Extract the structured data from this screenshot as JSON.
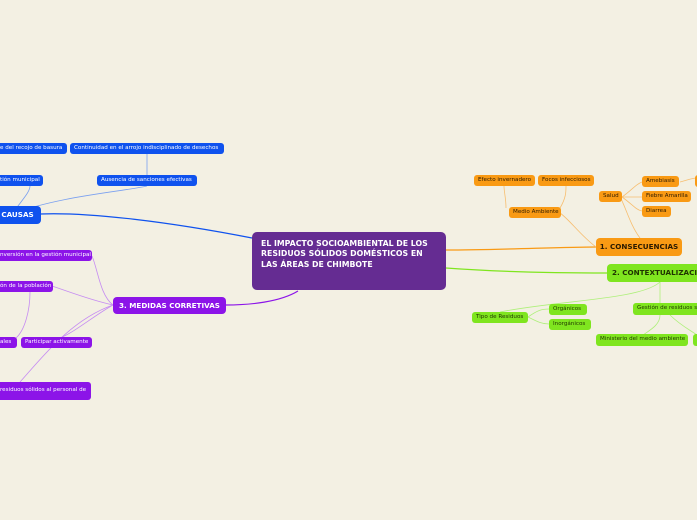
{
  "central": {
    "title": "EL IMPACTO SOCIOAMBIENTAL DE LOS RESIDUOS SÓLIDOS DOMÉSTICOS EN LAS ÁREAS DE CHIMBOTE"
  },
  "colors": {
    "background": "#f3f0e3",
    "central": "#652c92",
    "causas": "#0f52ee",
    "medidas": "#8c14e8",
    "consecuencias": "#f99a14",
    "contextualizacion": "#7fe51f"
  },
  "causas": {
    "label": "CAUSAS",
    "recojo": "e del recojo de basura",
    "continuidad": "Continuidad en el arrojo  indisciplinado de desechos",
    "gestion": "tión municipal",
    "sanciones": "Ausencia de sanciones efectivas"
  },
  "medidas": {
    "label": "3. MEDIDAS CORRETIVAS",
    "inversion": "nversión en la gestión municipal",
    "poblacion": "ón de la población",
    "locales": "ales",
    "participar": "Participar activamente",
    "residuos": "residuos sólidos al personal de"
  },
  "consecuencias": {
    "label": "1. CONSECUENCIAS",
    "efecto": "Efecto invernadero",
    "focos": "Focos infecciosos",
    "medio": "Medio Ambiente",
    "salud": "Salud",
    "amebiasis": "Amebiasis",
    "fiebre": "Fiebre Amarilla",
    "diarrea": "Diarrea"
  },
  "contextualizacion": {
    "label": "2. CONTEXTUALIZACI",
    "tipo": "Tipo de Residuos",
    "organicos": "Orgánicos",
    "inorganicos": "Inorgánicos",
    "gestion": "Gestión de residuos s",
    "ministerio": "Ministerio del medio ambiente"
  }
}
